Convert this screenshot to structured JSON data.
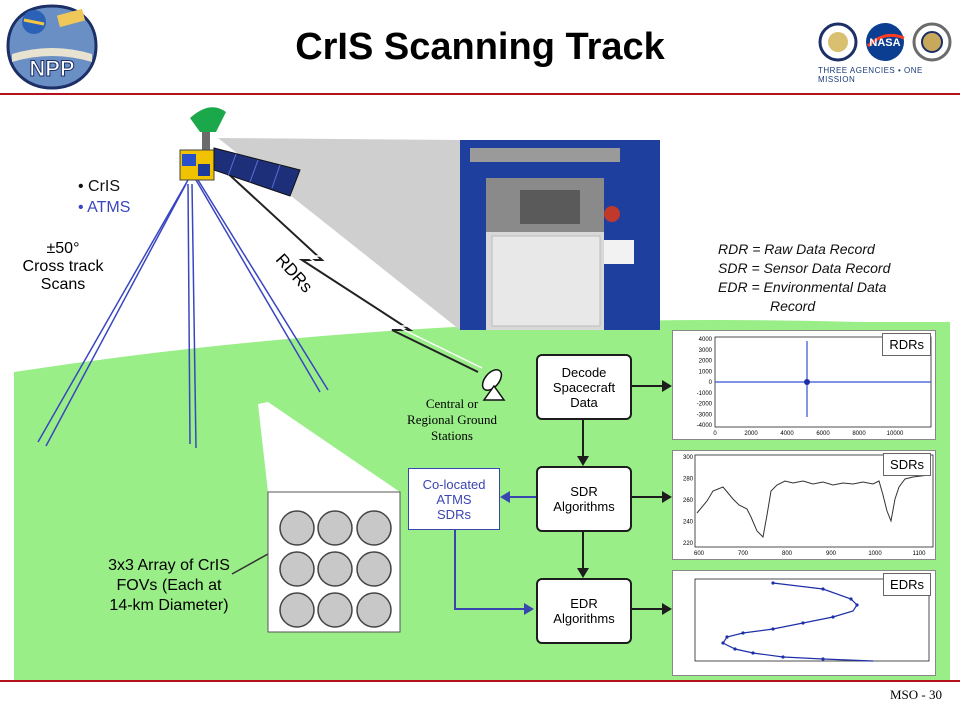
{
  "title": "CrIS Scanning Track",
  "logo": {
    "name": "NPP",
    "icon": "npp-mission-logo"
  },
  "agencies": {
    "text": "THREE AGENCIES • ONE MISSION"
  },
  "instruments": [
    "• CrIS",
    "• ATMS"
  ],
  "scan": {
    "line1": "±50°",
    "line2": "Cross track",
    "line3": "Scans"
  },
  "rdrs_link_label": "RDRs",
  "ground_station": {
    "line1": "Central or",
    "line2": "Regional Ground",
    "line3": "Stations"
  },
  "definitions": [
    "RDR = Raw Data Record",
    "SDR = Sensor Data Record",
    "EDR = Environmental Data",
    "Record"
  ],
  "flow": {
    "decode": [
      "Decode",
      "Spacecraft",
      "Data"
    ],
    "sdr": [
      "SDR",
      "Algorithms"
    ],
    "edr": [
      "EDR",
      "Algorithms"
    ],
    "colocated": [
      "Co-located",
      "ATMS",
      "SDRs"
    ]
  },
  "fov_array": {
    "line1": "3x3 Array of CrIS",
    "line2": "FOVs (Each at",
    "line3": "14-km Diameter)"
  },
  "panels": {
    "rdr": {
      "tag": "RDRs",
      "yticks": [
        "4000",
        "3000",
        "2000",
        "1000",
        "0",
        "-1000",
        "-2000",
        "-3000",
        "-4000"
      ],
      "xticks": [
        "0",
        "2000",
        "4000",
        "6000",
        "8000",
        "10000"
      ]
    },
    "sdr": {
      "tag": "SDRs",
      "yticks": [
        "300",
        "280",
        "260",
        "240",
        "220"
      ],
      "xticks": [
        "600",
        "700",
        "800",
        "900",
        "1000",
        "1100"
      ]
    },
    "edr": {
      "tag": "EDRs"
    }
  },
  "footer": "MSO - 30",
  "colors": {
    "ground": "#99ee88",
    "accent_red": "#b5121b",
    "flow_blue": "#3a46b0",
    "scan_blue": "#3a46c0"
  }
}
